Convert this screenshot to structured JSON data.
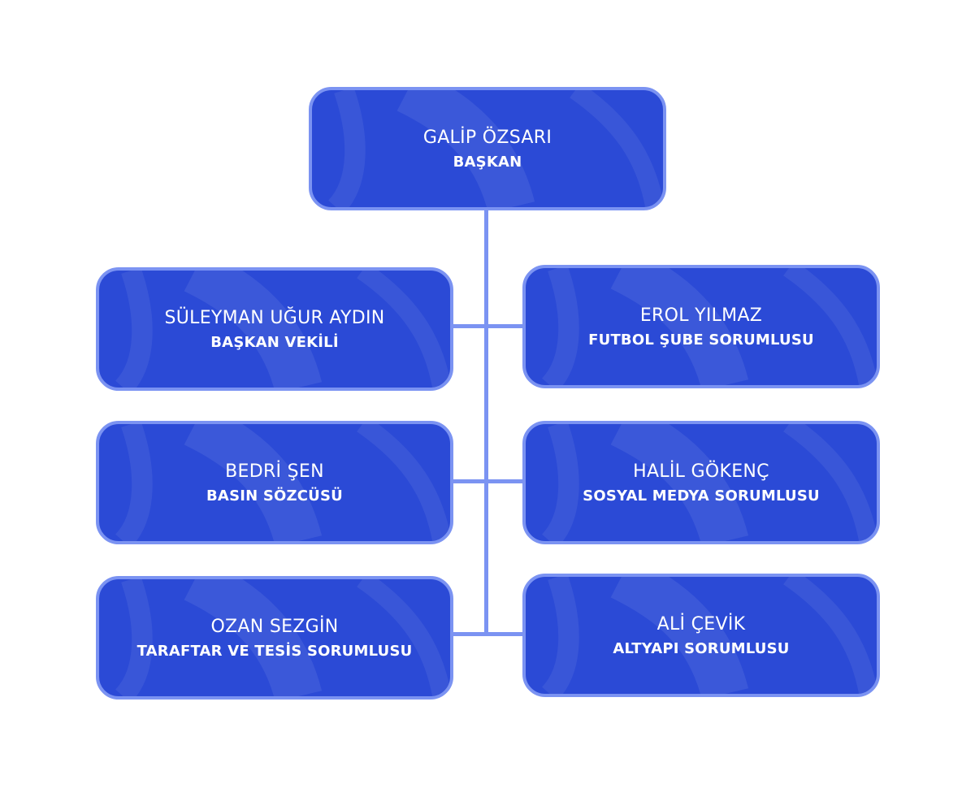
{
  "org_chart": {
    "president": {
      "name": "GALİP ÖZSARI",
      "role": "BAŞKAN"
    },
    "members": [
      {
        "name": "SÜLEYMAN UĞUR AYDIN",
        "role": "BAŞKAN VEKİLİ"
      },
      {
        "name": "EROL YILMAZ",
        "role": "FUTBOL ŞUBE SORUMLUSU"
      },
      {
        "name": "BEDRİ ŞEN",
        "role": "BASIN SÖZCÜSÜ"
      },
      {
        "name": "HALİL GÖKENÇ",
        "role": "SOSYAL MEDYA SORUMLUSU"
      },
      {
        "name": "OZAN SEZGİN",
        "role": "TARAFTAR VE TESİS SORUMLUSU"
      },
      {
        "name": "ALİ ÇEVİK",
        "role": "ALTYAPI SORUMLUSU"
      }
    ]
  },
  "colors": {
    "node_fill": "#2b4ad6",
    "node_border": "#7b93f2",
    "connector": "#7b93f2",
    "text": "#ffffff"
  }
}
